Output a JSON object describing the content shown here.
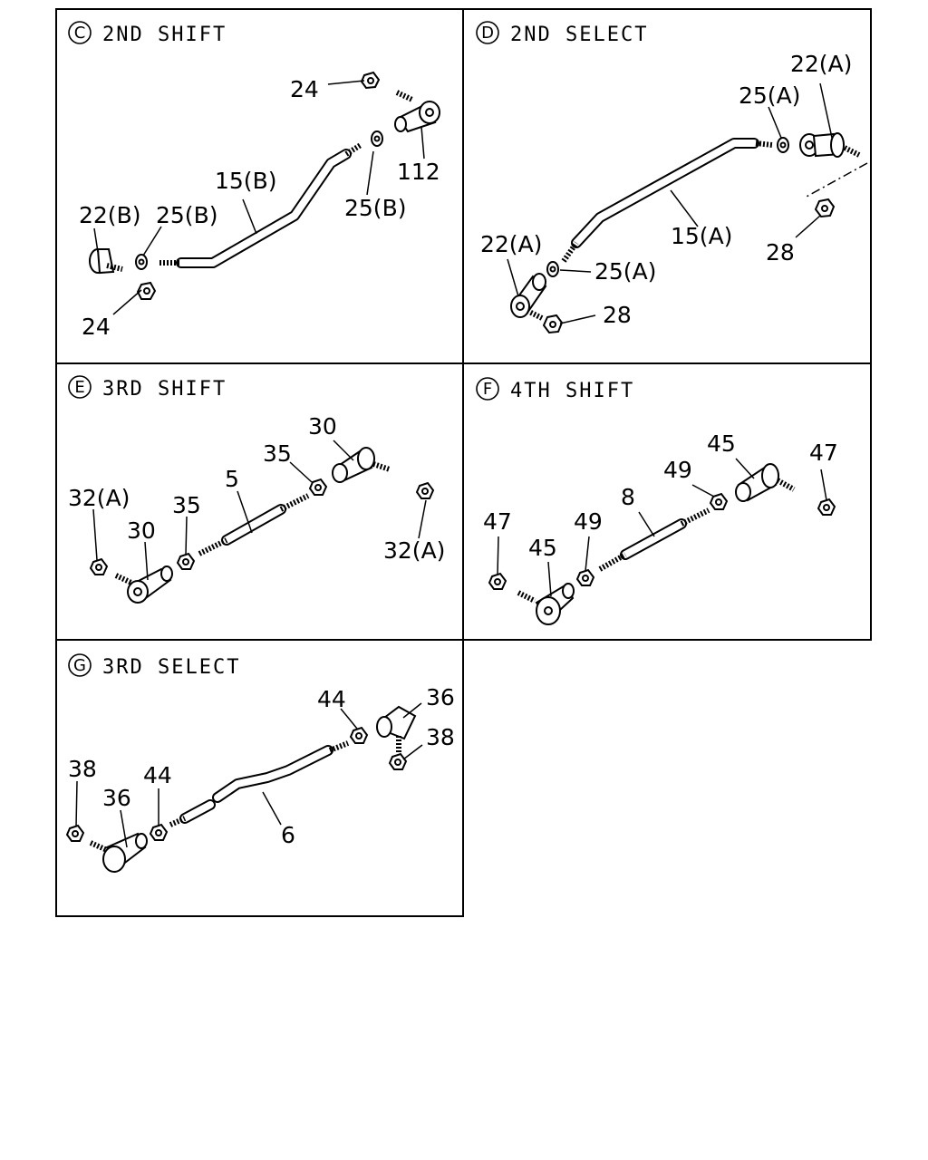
{
  "panels": [
    {
      "id": "C",
      "title": "2ND SHIFT",
      "labels": [
        "24",
        "112",
        "15(B)",
        "25(B)",
        "22(B)",
        "25(B)",
        "24"
      ]
    },
    {
      "id": "D",
      "title": "2ND SELECT",
      "labels": [
        "22(A)",
        "25(A)",
        "15(A)",
        "28",
        "22(A)",
        "25(A)",
        "28"
      ]
    },
    {
      "id": "E",
      "title": "3RD SHIFT",
      "labels": [
        "30",
        "35",
        "5",
        "32(A)",
        "35",
        "30",
        "32(A)"
      ]
    },
    {
      "id": "F",
      "title": "4TH SHIFT",
      "labels": [
        "45",
        "47",
        "49",
        "8",
        "47",
        "49",
        "45"
      ]
    },
    {
      "id": "G",
      "title": "3RD SELECT",
      "labels": [
        "44",
        "36",
        "38",
        "38",
        "44",
        "36",
        "6"
      ]
    }
  ]
}
